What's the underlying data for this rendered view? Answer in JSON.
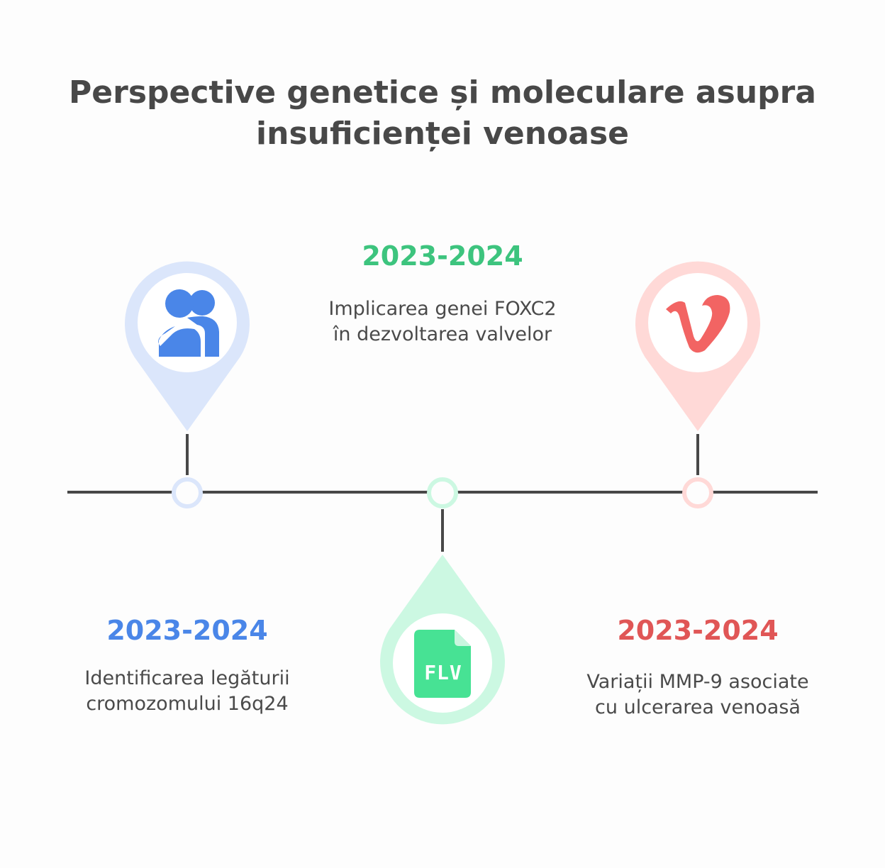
{
  "title": {
    "line1": "Perspective genetice și moleculare asupra",
    "line2": "insuficienței venoase"
  },
  "events": [
    {
      "date": "2023-2024",
      "description": "Identificarea legăturii cromozomului 16q24",
      "icon": "users-icon",
      "color": "#4a86e8",
      "light_color": "#dbe6fb"
    },
    {
      "date": "2023-2024",
      "description": "Implicarea genei FOXC2 în dezvoltarea valvelor",
      "icon": "flv-file-icon",
      "icon_text": "FLV",
      "color": "#3dc47e",
      "light_color": "#ccf8e2"
    },
    {
      "date": "2023-2024",
      "description": "Variații MMP-9 asociate cu ulcerarea venoasă",
      "icon": "vimeo-icon",
      "color": "#e05656",
      "light_color": "#ffd9d7"
    }
  ]
}
